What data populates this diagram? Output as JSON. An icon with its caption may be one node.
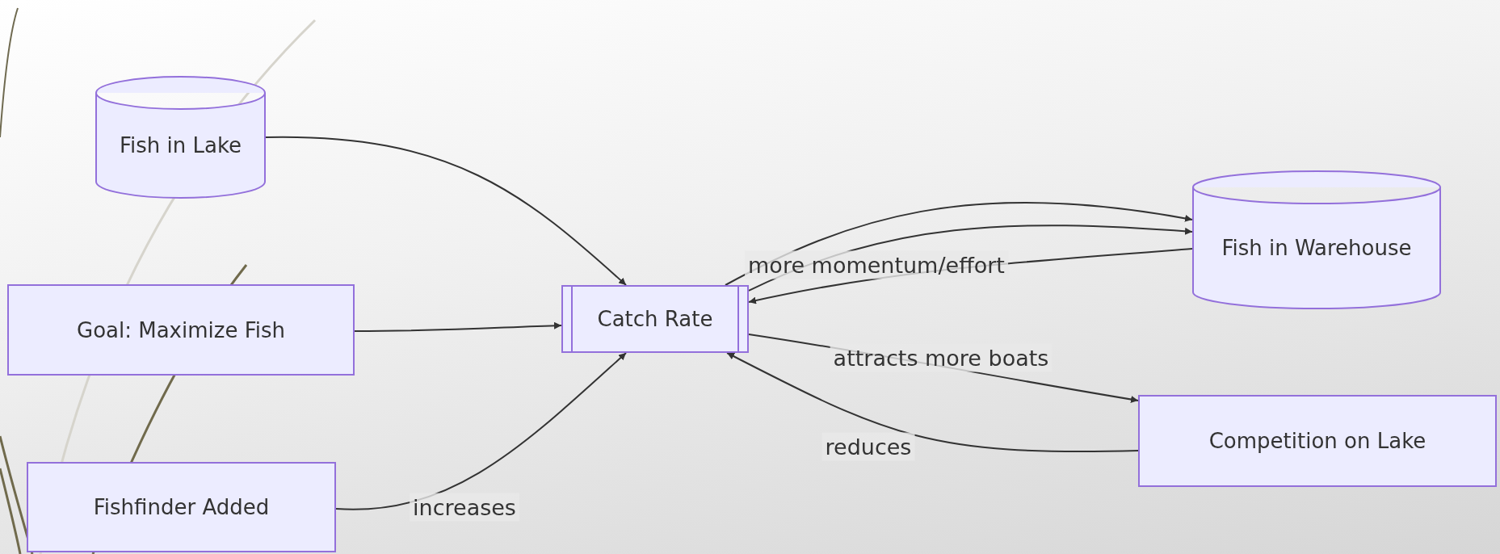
{
  "diagram": {
    "nodes": [
      {
        "text": [
          "Fish in Lake"
        ]
      },
      {
        "text": [
          "Goal: Maximize Fish"
        ]
      },
      {
        "text": [
          "Fishfinder Added"
        ]
      },
      {
        "text": [
          "Catch Rate"
        ]
      },
      {
        "text": [
          "Fish in Warehouse"
        ]
      },
      {
        "text": [
          "Competition on Lake"
        ]
      }
    ],
    "edges": [
      {
        "from": 0,
        "to": 3,
        "arrow": "to"
      },
      {
        "from": 1,
        "to": 3,
        "arrow": "to"
      },
      {
        "from": 2,
        "to": 3,
        "arrow": "to",
        "label": "increases"
      },
      {
        "from": 3,
        "to": 4,
        "arrow": "to"
      },
      {
        "from": 3,
        "to": 4,
        "arrow": "to"
      },
      {
        "from": 4,
        "to": 3,
        "arrow": "to",
        "label": "more momentum/effort"
      },
      {
        "from": 3,
        "to": 5,
        "arrow": "to",
        "label": "attracts more boats"
      },
      {
        "from": 5,
        "to": 3,
        "arrow": "to",
        "label": "reduces"
      }
    ]
  }
}
